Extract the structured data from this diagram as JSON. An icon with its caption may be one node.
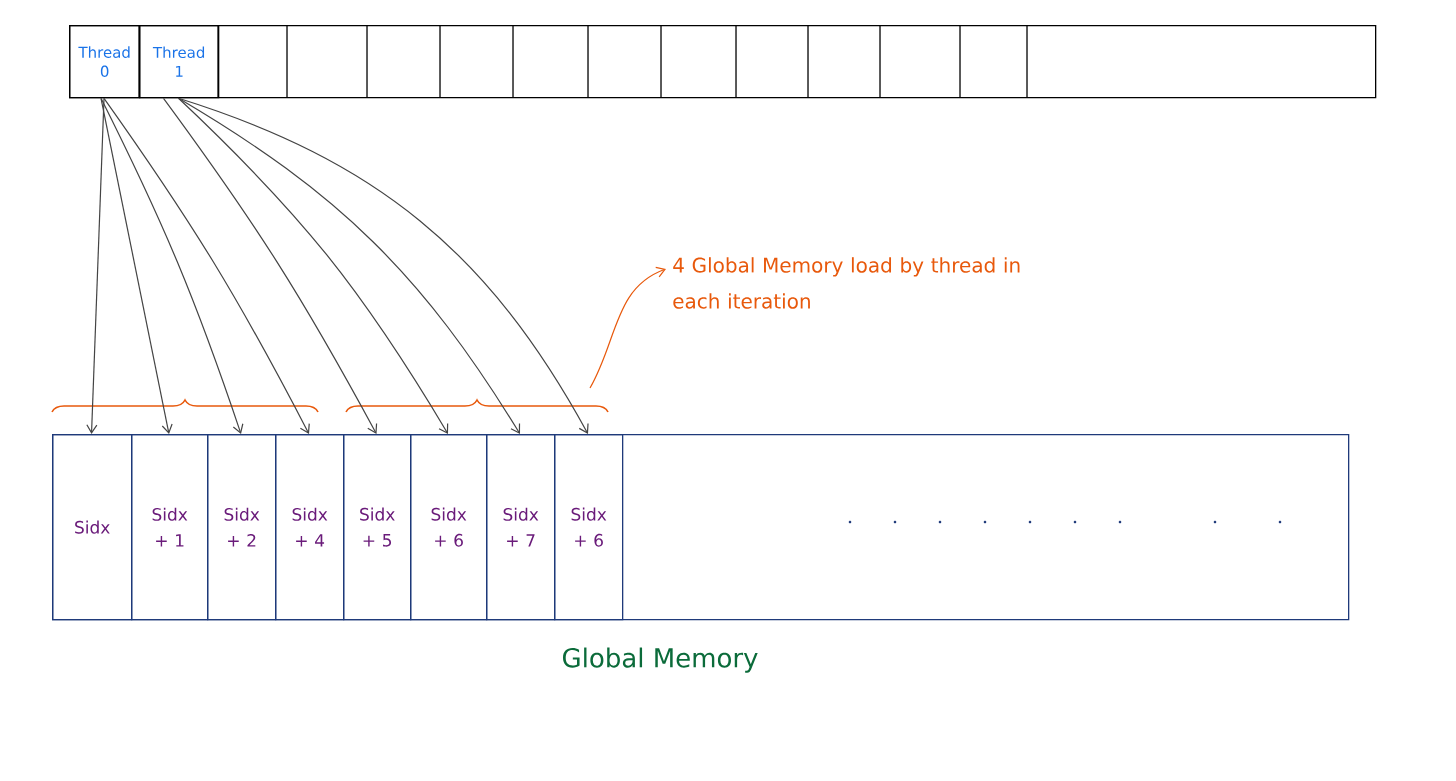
{
  "diagram": {
    "nodes": [
      {
        "text": [],
        "shape": "box"
      },
      {
        "text": [
          "Thread 0"
        ],
        "in": 0
      },
      {
        "text": [
          "Thread 1"
        ],
        "in": 0
      },
      {
        "text": [
          "Global Memory"
        ]
      },
      {
        "text": [
          "Sidx"
        ],
        "in": 3
      },
      {
        "text": [
          "Sidx + 1"
        ],
        "in": 3
      },
      {
        "text": [
          "Sidx + 2"
        ],
        "in": 3
      },
      {
        "text": [
          "Sidx + 4"
        ],
        "in": 3
      },
      {
        "text": [
          "Sidx + 5"
        ],
        "in": 3
      },
      {
        "text": [
          "Sidx + 6"
        ],
        "in": 3
      },
      {
        "text": [
          "Sidx + 7"
        ],
        "in": 3
      },
      {
        "text": [
          "Sidx + 6"
        ],
        "in": 3
      },
      {
        "text": [
          "4 Global Memory load by thread in each iteration"
        ]
      }
    ],
    "edges": [
      {
        "from": 1,
        "to": 4,
        "arrow": "to"
      },
      {
        "from": 1,
        "to": 5,
        "arrow": "to"
      },
      {
        "from": 1,
        "to": 6,
        "arrow": "to"
      },
      {
        "from": 1,
        "to": 7,
        "arrow": "to"
      },
      {
        "from": 2,
        "to": 8,
        "arrow": "to"
      },
      {
        "from": 2,
        "to": 9,
        "arrow": "to"
      },
      {
        "from": 2,
        "to": 10,
        "arrow": "to"
      },
      {
        "from": 2,
        "to": 11,
        "arrow": "to"
      },
      {
        "from": null,
        "to": 12,
        "arrow": "to",
        "color": "#e8590c"
      }
    ]
  }
}
